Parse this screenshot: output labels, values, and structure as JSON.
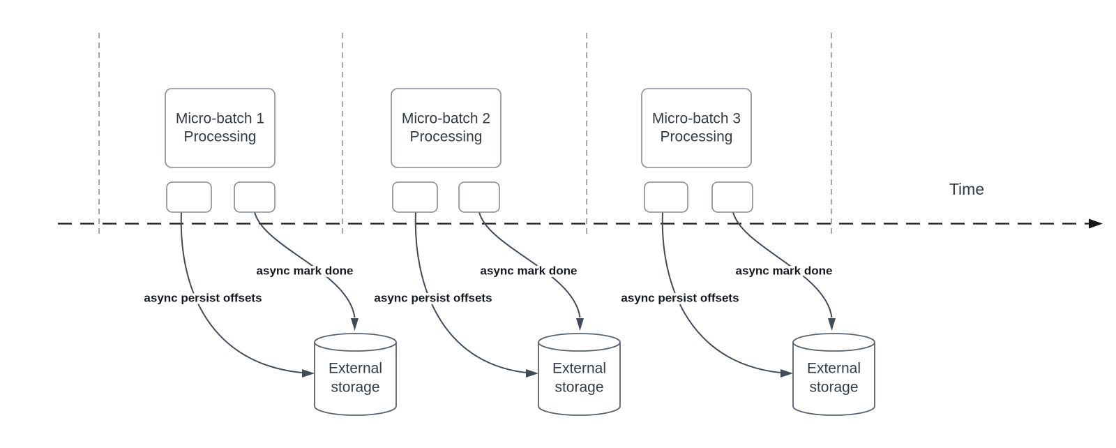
{
  "axis": {
    "label": "Time"
  },
  "theme": {
    "bg": "#ffffff",
    "guide": "#a8a8a8",
    "axis": "#161616",
    "box-stroke": "#858b93",
    "cyl-stroke": "#59616c",
    "curve": "#414b57",
    "text": "#343b44",
    "label": "#15181c"
  },
  "groups": [
    {
      "box": {
        "line1": "Micro-batch 1",
        "line2": "Processing"
      },
      "persist_label": "async persist offsets",
      "mark_label": "async mark done",
      "storage": {
        "line1": "External",
        "line2": "storage"
      }
    },
    {
      "box": {
        "line1": "Micro-batch 2",
        "line2": "Processing"
      },
      "persist_label": "async persist offsets",
      "mark_label": "async mark done",
      "storage": {
        "line1": "External",
        "line2": "storage"
      }
    },
    {
      "box": {
        "line1": "Micro-batch 3",
        "line2": "Processing"
      },
      "persist_label": "async persist offsets",
      "mark_label": "async mark done",
      "storage": {
        "line1": "External",
        "line2": "storage"
      }
    }
  ]
}
